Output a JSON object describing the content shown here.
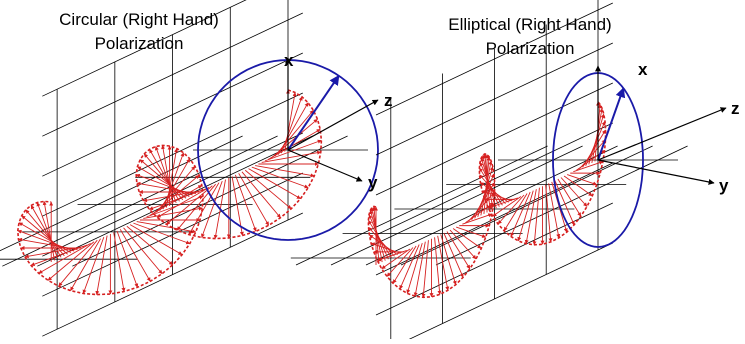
{
  "colors": {
    "background": "#ffffff",
    "grid": "#000000",
    "efield_vectors": "#d62020",
    "polarization_ellipse": "#1a1aa8"
  },
  "panels": [
    {
      "title_line1": "Circular (Right Hand)",
      "title_line2": "Polarization",
      "axis_x": "x",
      "axis_y": "y",
      "axis_z": "z",
      "polarization": "circular"
    },
    {
      "title_line1": "Elliptical (Right Hand)",
      "title_line2": "Polarization",
      "axis_x": "x",
      "axis_y": "y",
      "axis_z": "z",
      "polarization": "elliptical"
    }
  ]
}
